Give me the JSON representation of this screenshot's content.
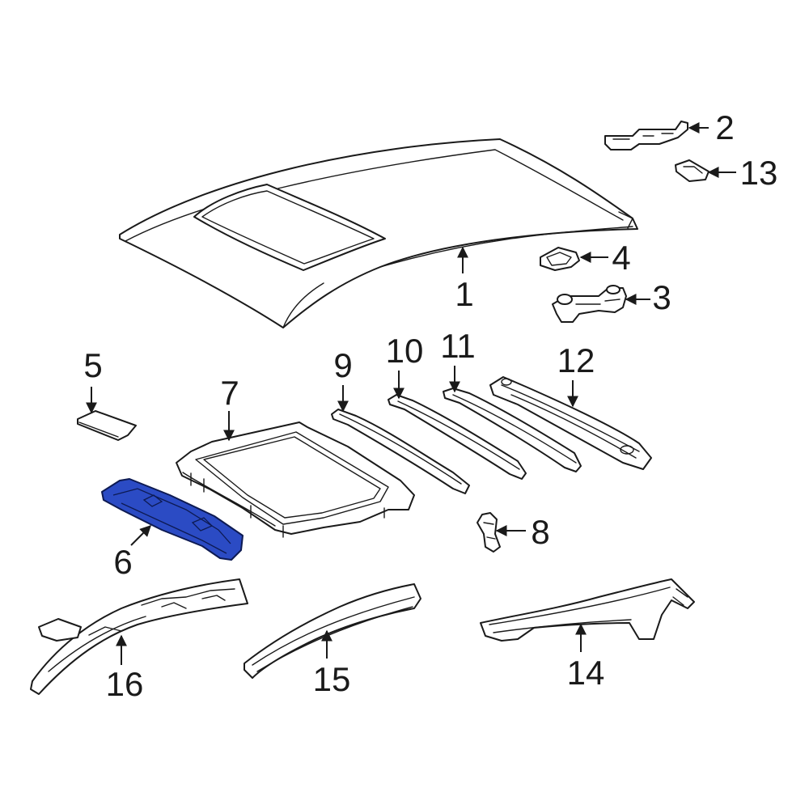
{
  "colors": {
    "line": "#1a1a1a",
    "highlight": "#2b4bc4",
    "background": "#ffffff"
  },
  "highlighted_part": "6",
  "callouts": [
    {
      "id": "1",
      "label": "1"
    },
    {
      "id": "2",
      "label": "2"
    },
    {
      "id": "3",
      "label": "3"
    },
    {
      "id": "4",
      "label": "4"
    },
    {
      "id": "5",
      "label": "5"
    },
    {
      "id": "6",
      "label": "6"
    },
    {
      "id": "7",
      "label": "7"
    },
    {
      "id": "8",
      "label": "8"
    },
    {
      "id": "9",
      "label": "9"
    },
    {
      "id": "10",
      "label": "10"
    },
    {
      "id": "11",
      "label": "11"
    },
    {
      "id": "12",
      "label": "12"
    },
    {
      "id": "13",
      "label": "13"
    },
    {
      "id": "14",
      "label": "14"
    },
    {
      "id": "15",
      "label": "15"
    },
    {
      "id": "16",
      "label": "16"
    }
  ]
}
